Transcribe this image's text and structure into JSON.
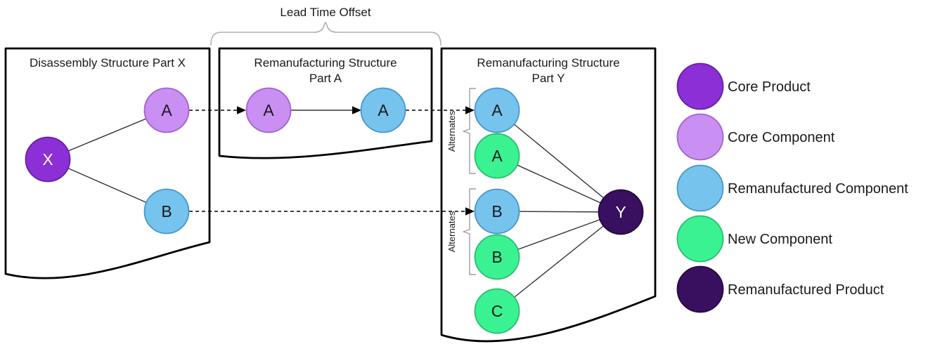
{
  "canvas": {
    "background": "#ffffff",
    "box_border_color": "#000000",
    "edge_color": "#333333",
    "text_color": "#1a1a1a"
  },
  "lead_time": {
    "label": "Lead Time Offset"
  },
  "alternates": {
    "label": "Alternates"
  },
  "boxes": {
    "disassembly_x": {
      "title": "Disassembly Structure Part X"
    },
    "reman_a": {
      "title_line1": "Remanufacturing Structure",
      "title_line2": "Part A"
    },
    "reman_y": {
      "title_line1": "Remanufacturing Structure",
      "title_line2": "Part Y"
    }
  },
  "node_labels": {
    "x": "X",
    "a": "A",
    "b": "B",
    "c": "C",
    "y": "Y"
  },
  "palette": {
    "core_product": {
      "fill": "#8C2FD6",
      "stroke": "#66209E"
    },
    "core_component": {
      "fill": "#C98FF2",
      "stroke": "#A361CC"
    },
    "reman_component": {
      "fill": "#76C3EE",
      "stroke": "#4697CB"
    },
    "new_component": {
      "fill": "#3AF291",
      "stroke": "#29BE6E"
    },
    "reman_product": {
      "fill": "#391060",
      "stroke": "#250840"
    }
  },
  "legend": {
    "items": [
      {
        "label": "Core Product"
      },
      {
        "label": "Core Component"
      },
      {
        "label": "Remanufactured Component"
      },
      {
        "label": "New Component"
      },
      {
        "label": "Remanufactured Product"
      }
    ]
  }
}
